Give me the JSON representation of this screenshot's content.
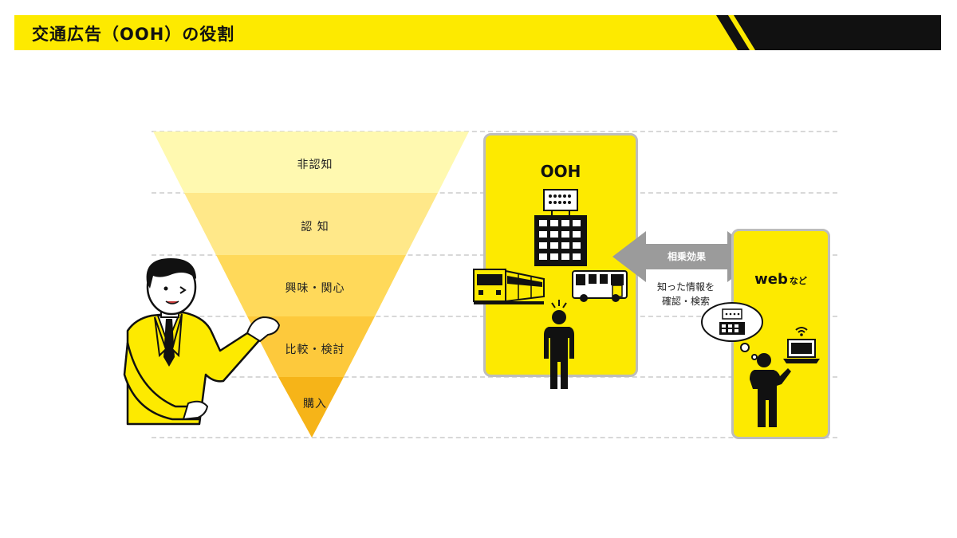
{
  "header": {
    "title": "交通広告（OOH）の役割",
    "colors": {
      "accent": "#fdea00",
      "dark": "#111111"
    }
  },
  "funnel": {
    "stages": [
      {
        "label": "非認知",
        "color": "#fff9b0"
      },
      {
        "label": "認 知",
        "color": "#ffe889"
      },
      {
        "label": "興味・関心",
        "color": "#ffd95a"
      },
      {
        "label": "比較・検討",
        "color": "#fdc93c"
      },
      {
        "label": "購入",
        "color": "#f6b418"
      }
    ]
  },
  "ooh_panel": {
    "title": "OOH",
    "color": "#fdea00",
    "border": "#bdbdbd"
  },
  "synergy": {
    "arrow_label": "相乗効果",
    "note_line1": "知った情報を",
    "note_line2": "確認・検索"
  },
  "web_panel": {
    "title_main": "web",
    "title_sub": "など"
  },
  "icons": [
    "businessman",
    "billboard-building",
    "train",
    "bus",
    "person-surprised",
    "speech-bubble-billboard",
    "person-thinking",
    "laptop-wifi"
  ]
}
